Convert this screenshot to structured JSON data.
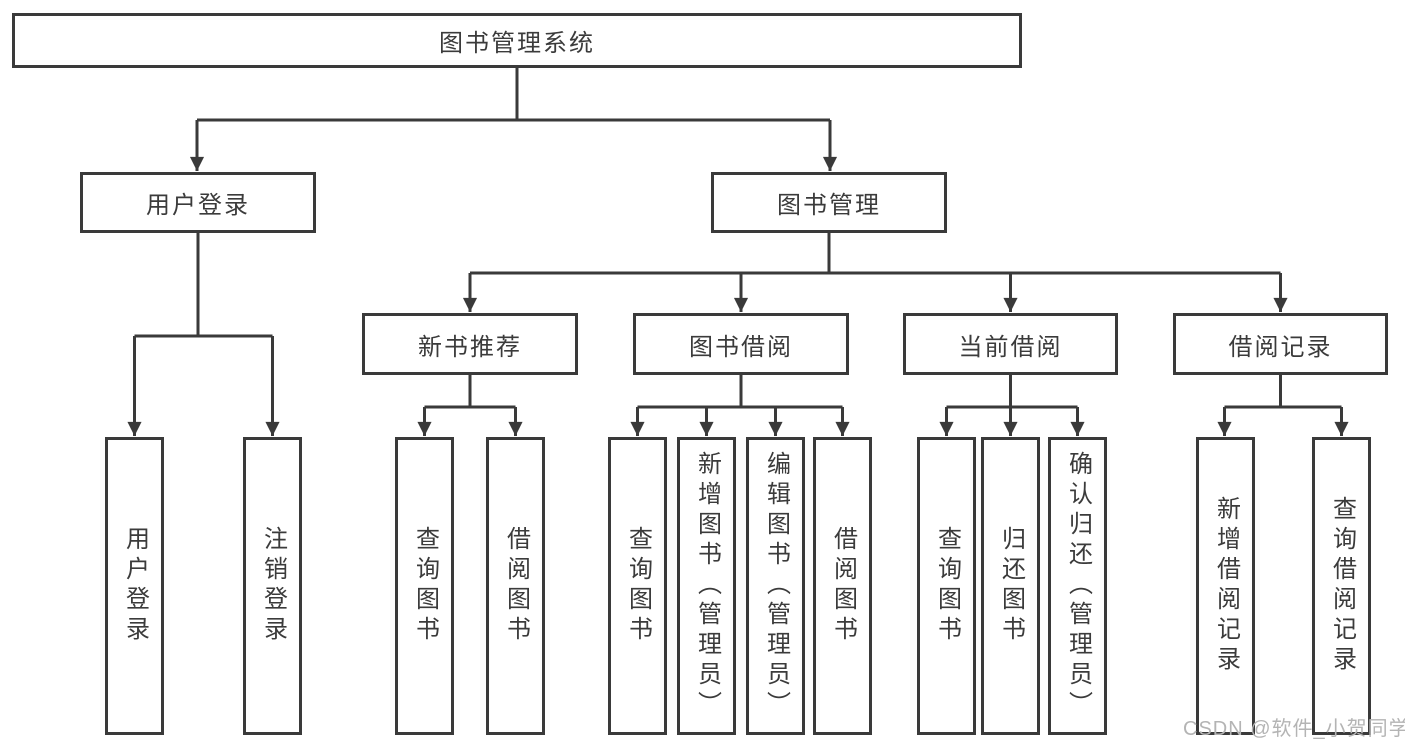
{
  "nodes": {
    "root": "图书管理系统",
    "user_login": "用户登录",
    "book_management": "图书管理",
    "new_book_recommend": "新书推荐",
    "book_borrow": "图书借阅",
    "current_borrow": "当前借阅",
    "borrow_records": "借阅记录"
  },
  "leaves": {
    "user_login": "用户登录",
    "logout": "注销登录",
    "query_books_1": "查询图书",
    "borrow_books_1": "借阅图书",
    "query_books_2": "查询图书",
    "add_book_admin": "新增图书（管理员）",
    "edit_book_admin": "编辑图书（管理员）",
    "borrow_books_2": "借阅图书",
    "query_books_3": "查询图书",
    "return_books": "归还图书",
    "confirm_return_admin": "确认归还（管理员）",
    "add_borrow_record": "新增借阅记录",
    "query_borrow_record": "查询借阅记录"
  },
  "watermark": {
    "text": "CSDN @软件_小贺同学"
  },
  "colors": {
    "line": "#3a3a3a",
    "text": "#3b3b3b",
    "watermark": "#b4b4b4",
    "background": "#ffffff"
  }
}
